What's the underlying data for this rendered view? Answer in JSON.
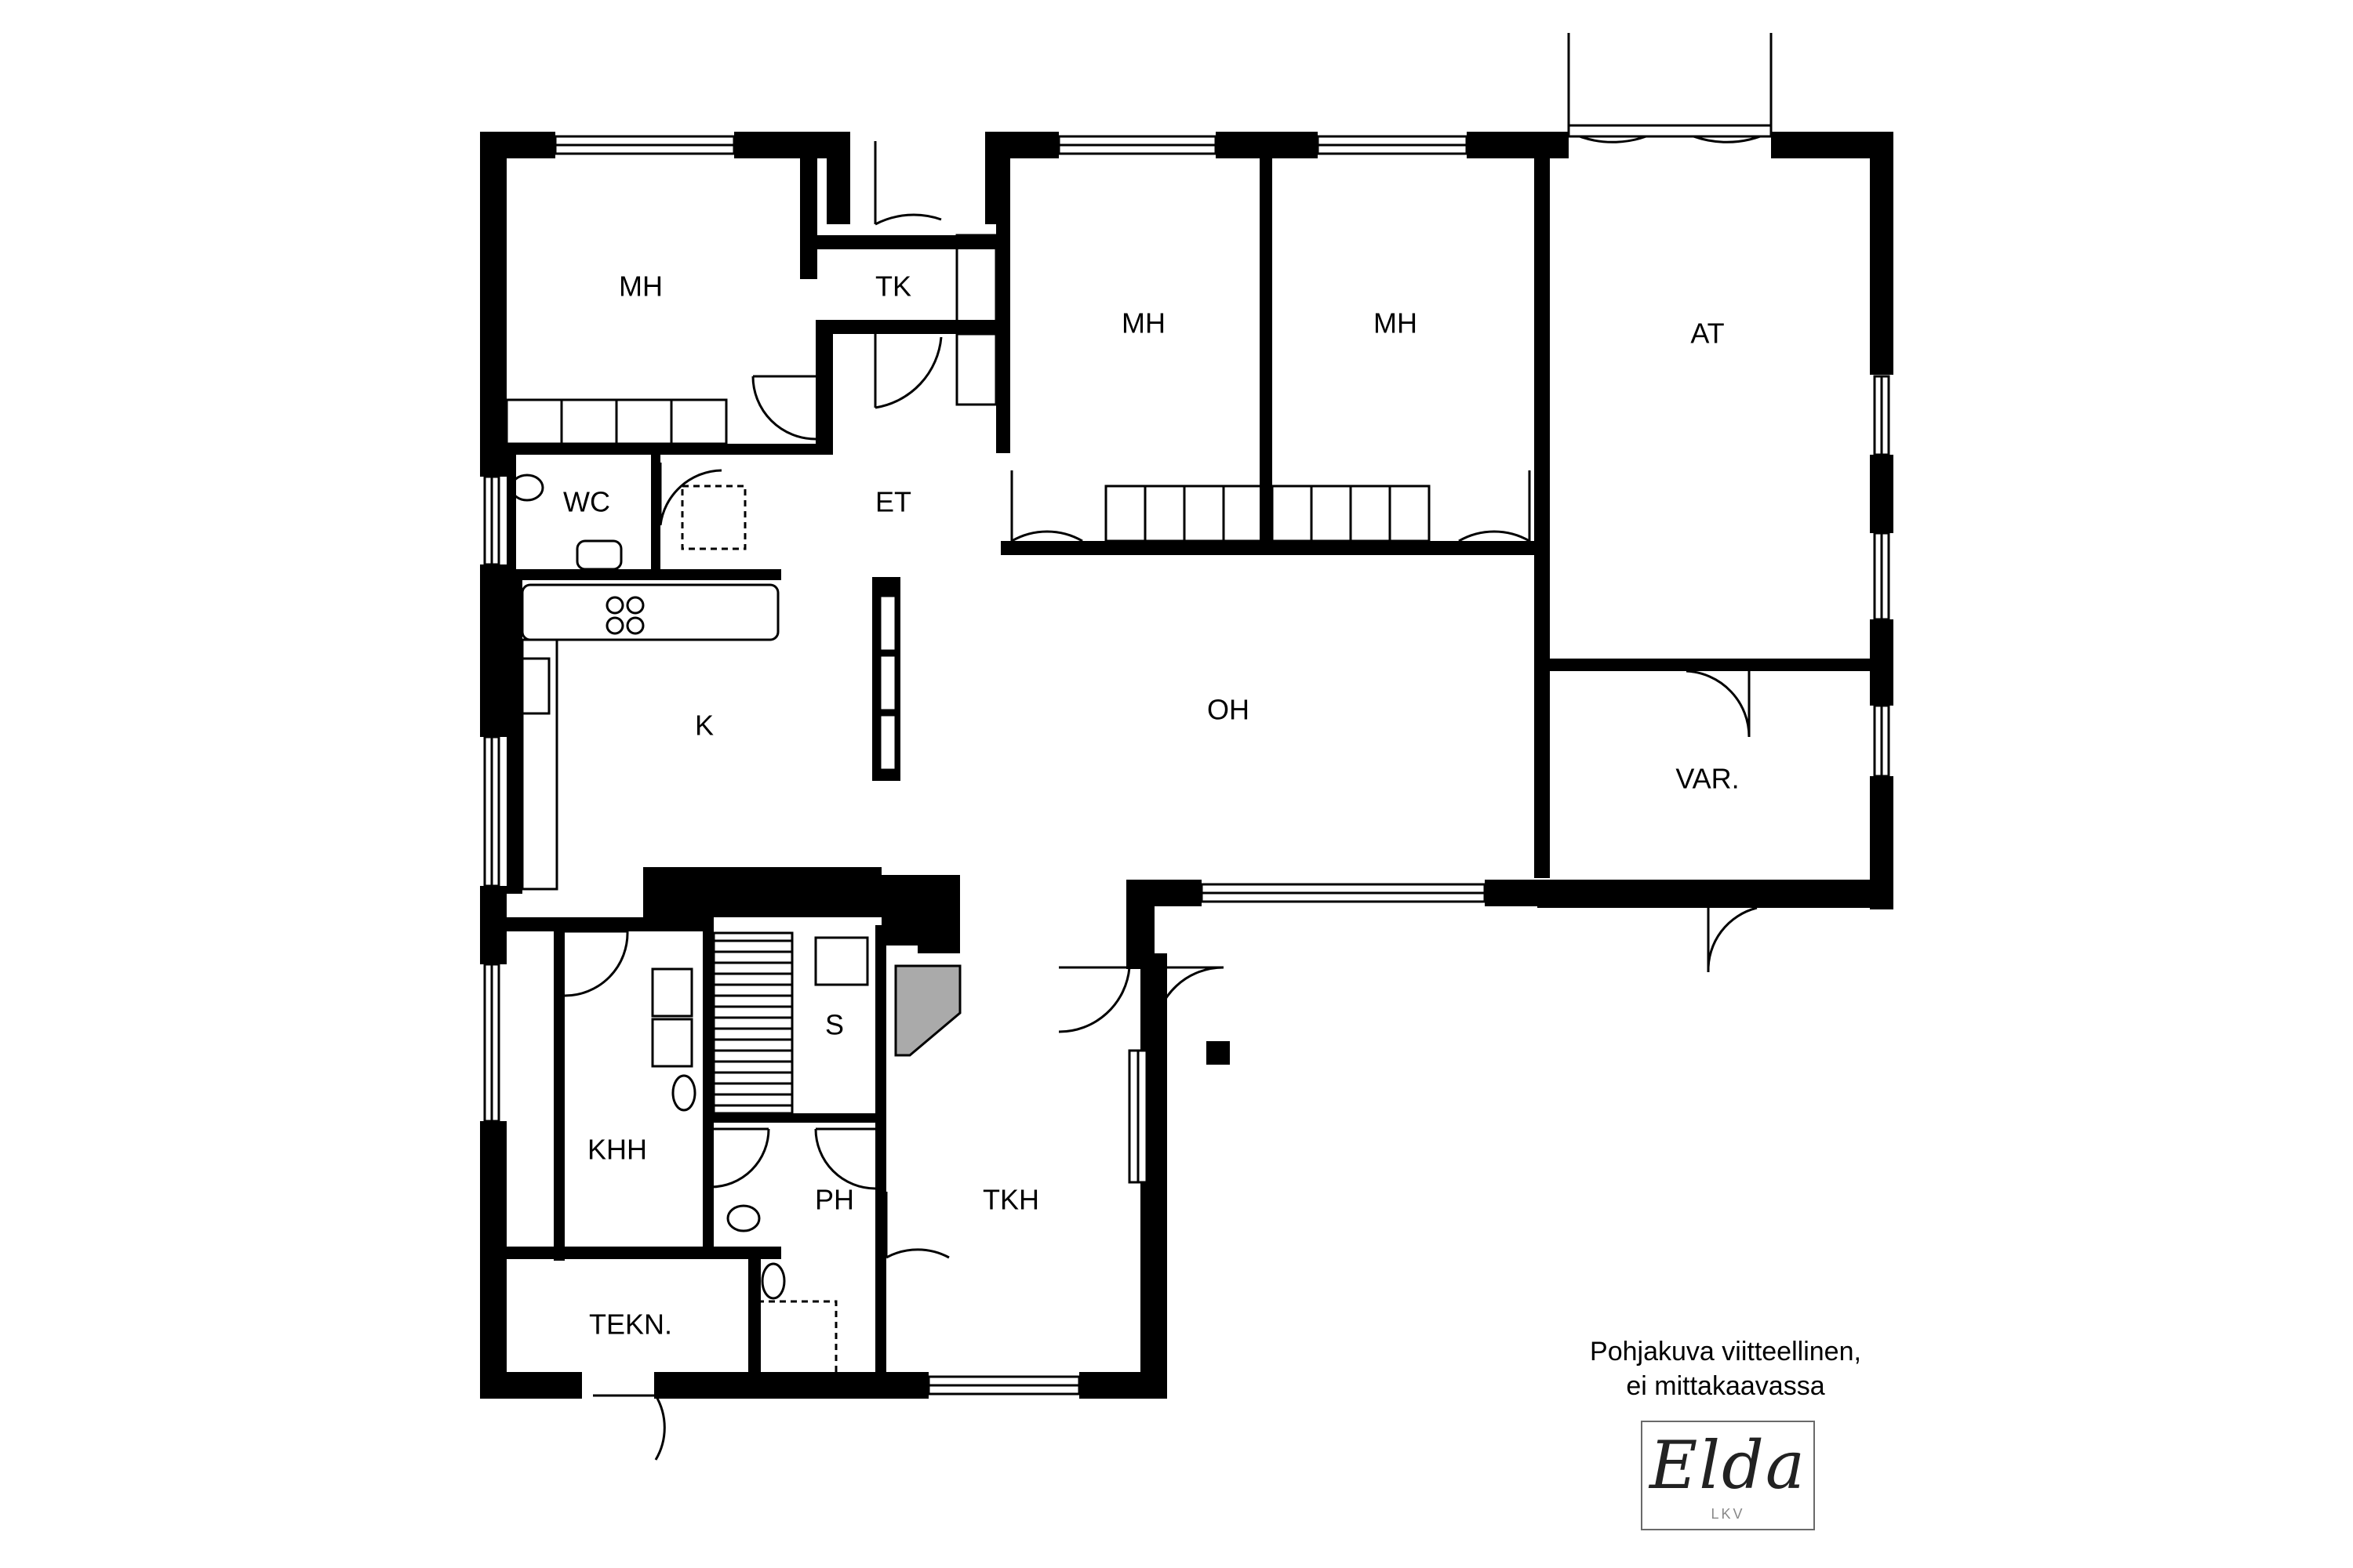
{
  "rooms": {
    "mh1": "MH",
    "tk": "TK",
    "mh2": "MH",
    "mh3": "MH",
    "at": "AT",
    "wc": "WC",
    "et": "ET",
    "k": "K",
    "oh": "OH",
    "var": "VAR.",
    "s": "S",
    "khh": "KHH",
    "ph": "PH",
    "tkh": "TKH",
    "tekn": "TEKN."
  },
  "note": {
    "line1": "Pohjakuva viitteellinen,",
    "line2": "ei mittakaavassa"
  },
  "logo": {
    "name": "Elda",
    "sub": "LKV"
  }
}
